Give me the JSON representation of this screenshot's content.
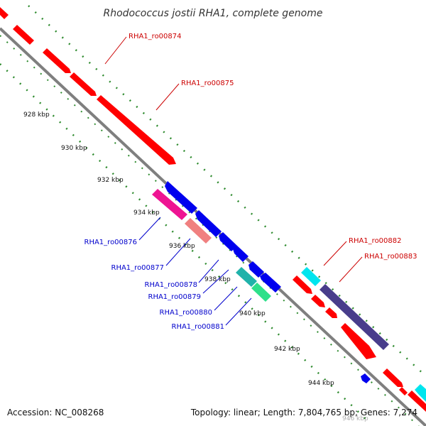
{
  "title": "Rhodococcus jostii RHA1, complete genome",
  "accession": "Accession: NC_008268",
  "summary": "Topology: linear; Length: 7,804,765 bp; Genes: 7,274",
  "ticks": [
    "928 kbp",
    "930 kbp",
    "932 kbp",
    "934 kbp",
    "936 kbp",
    "938 kbp",
    "940 kbp",
    "942 kbp",
    "944 kbp",
    "946 kbp"
  ],
  "labels": {
    "forward": [
      "RHA1_ro00874",
      "RHA1_ro00875",
      "RHA1_ro00882",
      "RHA1_ro00883"
    ],
    "reverse": [
      "RHA1_ro00876",
      "RHA1_ro00877",
      "RHA1_ro00878",
      "RHA1_ro00879",
      "RHA1_ro00880",
      "RHA1_ro00881"
    ]
  },
  "colors": {
    "backbone": "#7f7f7f",
    "forward_gene": "#ff0000",
    "reverse_gene": "#0000ee",
    "label_forward": "#cc0000",
    "label_reverse": "#0000cc",
    "dots": "#2e8b2e"
  }
}
